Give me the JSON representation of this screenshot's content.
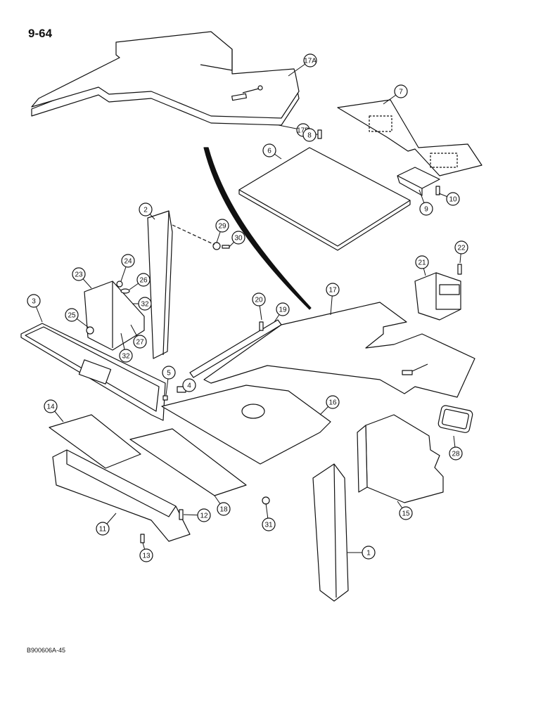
{
  "page_number": "9-64",
  "document_code": "B900606A-45",
  "callouts": [
    "17A",
    "17B",
    "7",
    "8",
    "6",
    "10",
    "9",
    "2",
    "29",
    "30",
    "24",
    "26",
    "23",
    "3",
    "25",
    "32",
    "27",
    "32",
    "22",
    "21",
    "20",
    "19",
    "17",
    "5",
    "4",
    "16",
    "14",
    "28",
    "15",
    "18",
    "12",
    "11",
    "31",
    "13",
    "1"
  ],
  "colors": {
    "line": "#111111",
    "fill": "#ffffff",
    "shade": "#d8d8d8"
  }
}
